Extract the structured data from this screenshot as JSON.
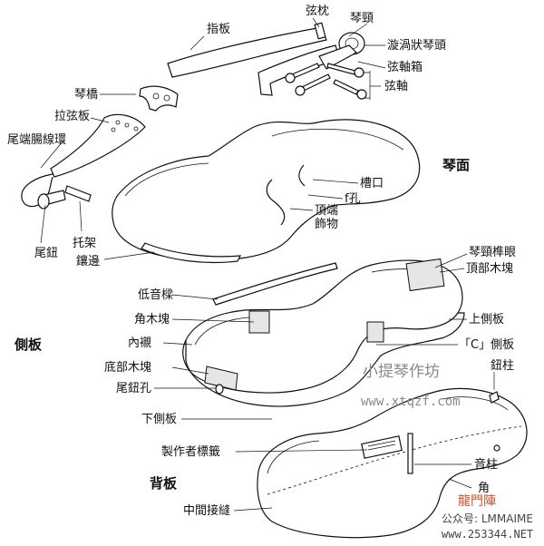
{
  "labels": {
    "nut": "弦枕",
    "neck": "琴頸",
    "fingerboard": "指板",
    "scroll": "漩渦狀琴頭",
    "pegbox": "弦軸箱",
    "pegs": "弦軸",
    "bridge": "琴橋",
    "tailpiece": "拉弦板",
    "tail_gut": "尾端腸線環",
    "top_plate": "琴面",
    "notch": "槽口",
    "f_hole": "f孔",
    "purfling_top": "頂端",
    "purfling_top2": "飾物",
    "end_button": "尾鈕",
    "saddle": "托架",
    "edge_inlay": "鑲邊",
    "neck_mortise": "琴頸榫眼",
    "top_block": "頂部木塊",
    "bass_bar": "低音樑",
    "corner_block": "角木塊",
    "upper_rib": "上側板",
    "lining": "內襯",
    "c_rib": "「C」側板",
    "ribs_side": "側板",
    "bottom_block": "底部木塊",
    "sound_post_label": "鈕柱",
    "end_pin_hole": "尾鈕孔",
    "lower_rib": "下側板",
    "maker_label": "製作者標籤",
    "sound_post": "音柱",
    "corner": "角",
    "back_plate": "背板",
    "center_joint": "中間接縫"
  },
  "watermark": {
    "site_name": "小提琴作坊",
    "site_url": "www.xtqzf.com",
    "bottom_site": "龍門陣",
    "bottom_account": "公众号: LMMAIME",
    "bottom_url": "www.253344.NET"
  },
  "colors": {
    "ink": "#111111",
    "watermark": "#8a8a8a",
    "watermark_accent": "#c8552f"
  }
}
